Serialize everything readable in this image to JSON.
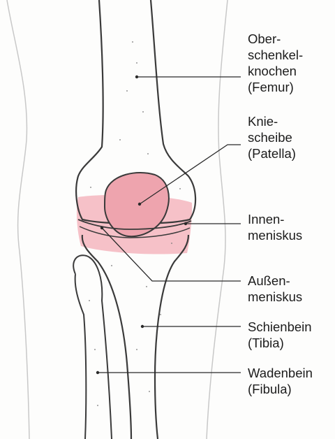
{
  "colors": {
    "ink": "#2a2a2a",
    "outline": "#3a3a3a",
    "highlight": "#f4b6be",
    "background": "#fdfdfc"
  },
  "labels": {
    "femur": [
      "Ober-",
      "schenkel-",
      "knochen",
      "(Femur)"
    ],
    "patella": [
      "Knie-",
      "scheibe",
      "(Patella)"
    ],
    "medial_meniscus": [
      "Innen-",
      "meniskus"
    ],
    "lateral_meniscus": [
      "Außen-",
      "meniskus"
    ],
    "tibia": [
      "Schienbein",
      "(Tibia)"
    ],
    "fibula": [
      "Wadenbein",
      "(Fibula)"
    ]
  }
}
